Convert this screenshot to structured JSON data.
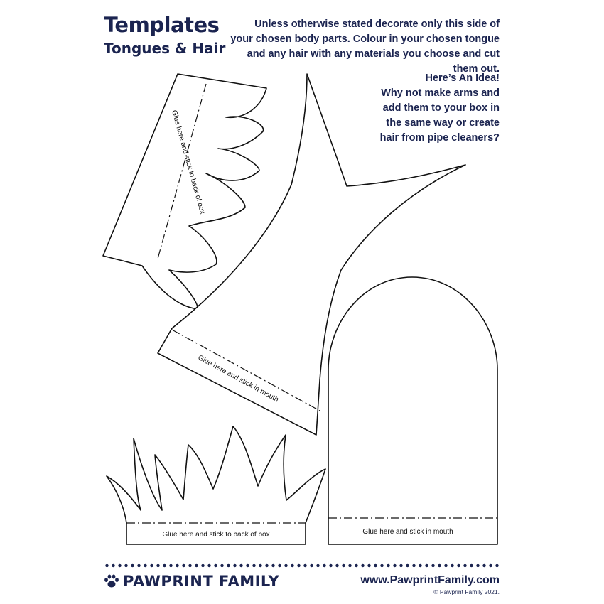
{
  "header": {
    "title": "Templates",
    "subtitle": "Tongues & Hair"
  },
  "intro": "Unless otherwise stated decorate only this side of your chosen body parts. Colour in your chosen tongue and any hair with any materials you choose and cut them out.",
  "idea": {
    "title": "Here’s An Idea!",
    "lines": [
      "Why not make arms and",
      "add them to your box in",
      "the same way or create",
      "hair from pipe cleaners?"
    ]
  },
  "templates": {
    "hair_slanted_label": "Glue here and stick to back of box",
    "tongue_forked_label": "Glue here and stick in mouth",
    "hair_bottom_label": "Glue here and stick to back of box",
    "tongue_round_label": "Glue here and stick in mouth"
  },
  "footer": {
    "brand": "PAWPRINT FAMILY",
    "website": "www.PawprintFamily.com",
    "copyright": "© Pawprint Family 2021."
  },
  "colors": {
    "brand_navy": "#1b2450",
    "line": "#111111"
  }
}
